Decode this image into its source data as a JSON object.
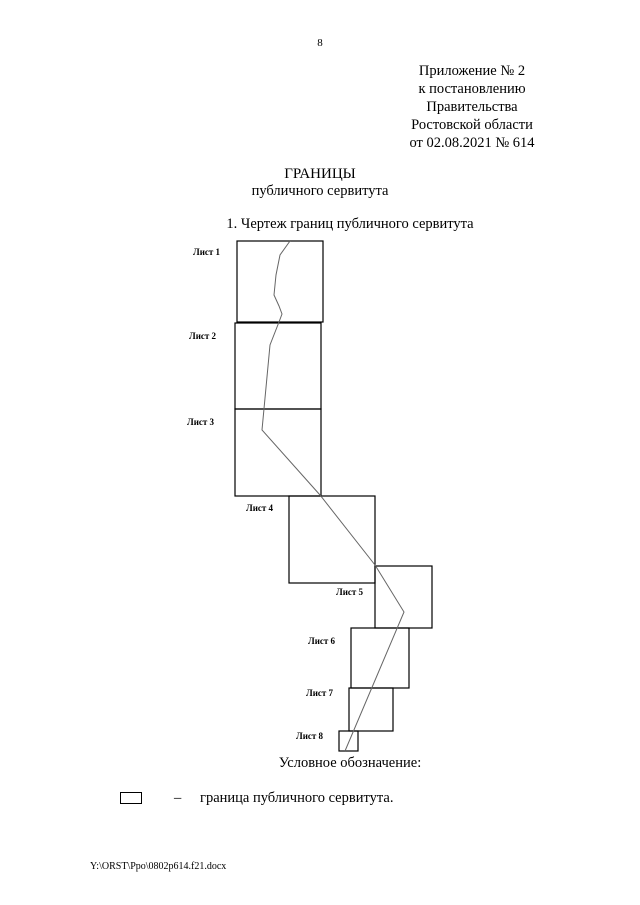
{
  "page_number": "8",
  "appendix": {
    "line1": "Приложение № 2",
    "line2": "к постановлению",
    "line3": "Правительства",
    "line4": "Ростовской области",
    "line5": "от 02.08.2021 № 614"
  },
  "title": "ГРАНИЦЫ",
  "subtitle": "публичного сервитута",
  "drawing_heading": "1. Чертеж границ публичного сервитута",
  "sheets": [
    "Лист 1",
    "Лист 2",
    "Лист 3",
    "Лист 4",
    "Лист 5",
    "Лист 6",
    "Лист 7",
    "Лист 8"
  ],
  "legend": {
    "heading": "Условное обозначение:",
    "dash": "–",
    "text": "граница публичного сервитута."
  },
  "footer_path": "Y:\\ORST\\Ppo\\0802p614.f21.docx"
}
